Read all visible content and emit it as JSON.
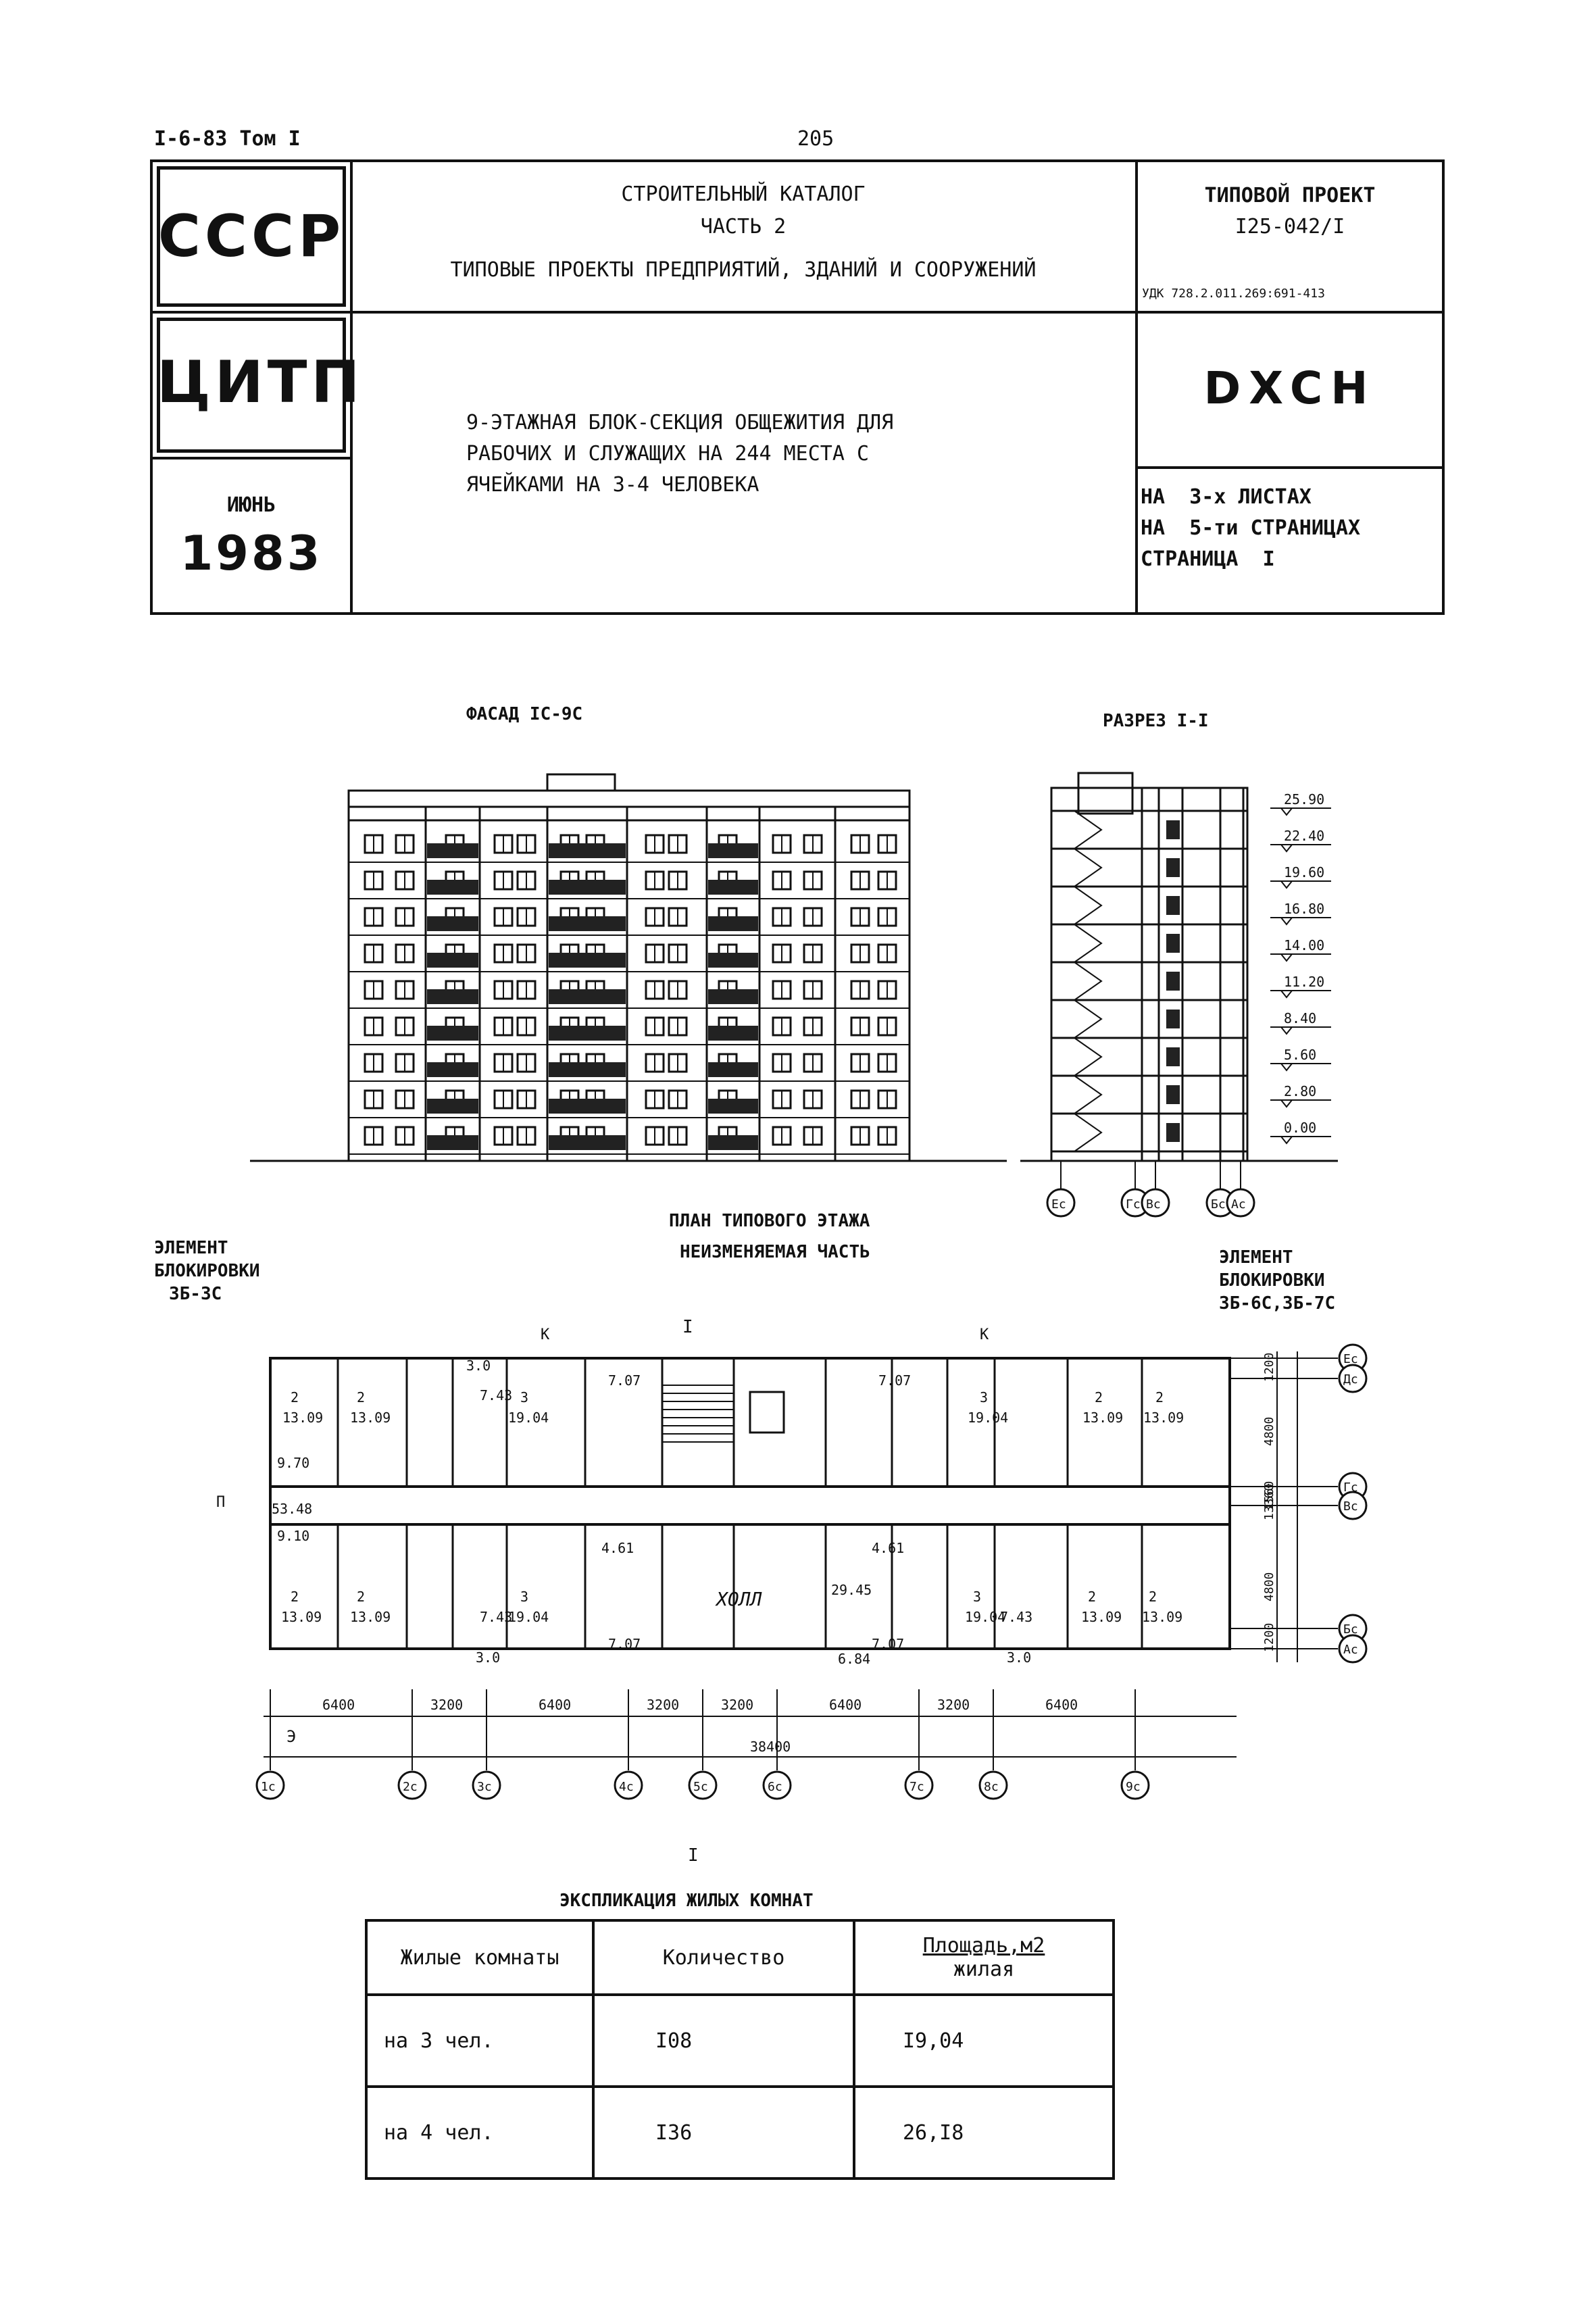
{
  "header": {
    "doc_ref": "I-6-83 Том I",
    "page_number": "205"
  },
  "title_block": {
    "org_1": "СССР",
    "org_2": "ЦИТП",
    "month": "ИЮНЬ",
    "year": "1983",
    "catalog_line1": "СТРОИТЕЛЬНЫЙ КАТАЛОГ",
    "catalog_line2": "ЧАСТЬ 2",
    "catalog_line3": "ТИПОВЫЕ ПРОЕКТЫ ПРЕДПРИЯТИЙ, ЗДАНИЙ И СООРУЖЕНИЙ",
    "project_label": "ТИПОВОЙ ПРОЕКТ",
    "project_code": "I25-042/I",
    "udc": "УДК 728.2.011.269:691-413",
    "desc_line1": "9-ЭТАЖНАЯ БЛОК-СЕКЦИЯ ОБЩЕЖИТИЯ ДЛЯ",
    "desc_line2": "РАБОЧИХ И СЛУЖАЩИХ НА 244 МЕСТА С",
    "desc_line3": "ЯЧЕЙКАМИ НА 3-4 ЧЕЛОВЕКА",
    "code": "DXCH",
    "sheets_line1": "НА  3-х ЛИСТАХ",
    "sheets_line2": "НА  5-ти СТРАНИЦАХ",
    "sheets_line3": "СТРАНИЦА  I"
  },
  "drawings": {
    "facade_title": "ФАСАД IС-9С",
    "section_title": "РАЗРЕЗ I-I",
    "section_levels": [
      "25.90",
      "22.40",
      "19.60",
      "16.80",
      "14.00",
      "11.20",
      "8.40",
      "5.60",
      "2.80",
      "0.00"
    ],
    "section_axes": [
      "Ес",
      "Гс",
      "Вс",
      "Бс",
      "Ас"
    ],
    "plan_title_1": "ПЛАН ТИПОВОГО ЭТАЖА",
    "plan_title_2": "НЕИЗМЕНЯЕМАЯ ЧАСТЬ",
    "left_element": [
      "ЭЛЕМЕНТ",
      "БЛОКИРОВКИ",
      "ЗБ-ЗС"
    ],
    "right_element": [
      "ЭЛЕМЕНТ",
      "БЛОКИРОВКИ",
      "ЗБ-6С,ЗБ-7С"
    ],
    "hall_label": "ХОЛЛ",
    "section_marker": "I",
    "marker_k": "К",
    "marker_e": "Э",
    "marker_p": "П",
    "room_areas": [
      "13.09",
      "19.04",
      "7.43",
      "7.07",
      "3.0",
      "9.70",
      "9.10",
      "4.61",
      "29.45",
      "6.84",
      "53.48"
    ],
    "room_counts": [
      "2",
      "3"
    ],
    "bottom_dims": [
      "6400",
      "3200",
      "6400",
      "3200",
      "3200",
      "6400",
      "3200",
      "6400"
    ],
    "total_dim": "38400",
    "bottom_axes": [
      "1с",
      "2с",
      "3с",
      "4с",
      "5с",
      "6с",
      "7с",
      "8с",
      "9с"
    ],
    "right_dims": [
      "1200",
      "4800",
      "1560",
      "13360",
      "4800",
      "1200"
    ],
    "right_axes": [
      "Ес",
      "Дс",
      "Гс",
      "Вс",
      "Бс",
      "Ас"
    ]
  },
  "explication": {
    "title": "ЭКСПЛИКАЦИЯ ЖИЛЫХ КОМНАТ",
    "headers": [
      "Жилые комнаты",
      "Количество",
      "Площадь,м2",
      "жилая"
    ],
    "rows": [
      {
        "name": "на 3 чел.",
        "count": "I08",
        "area": "I9,04"
      },
      {
        "name": "на 4 чел.",
        "count": "I36",
        "area": "26,I8"
      }
    ]
  }
}
